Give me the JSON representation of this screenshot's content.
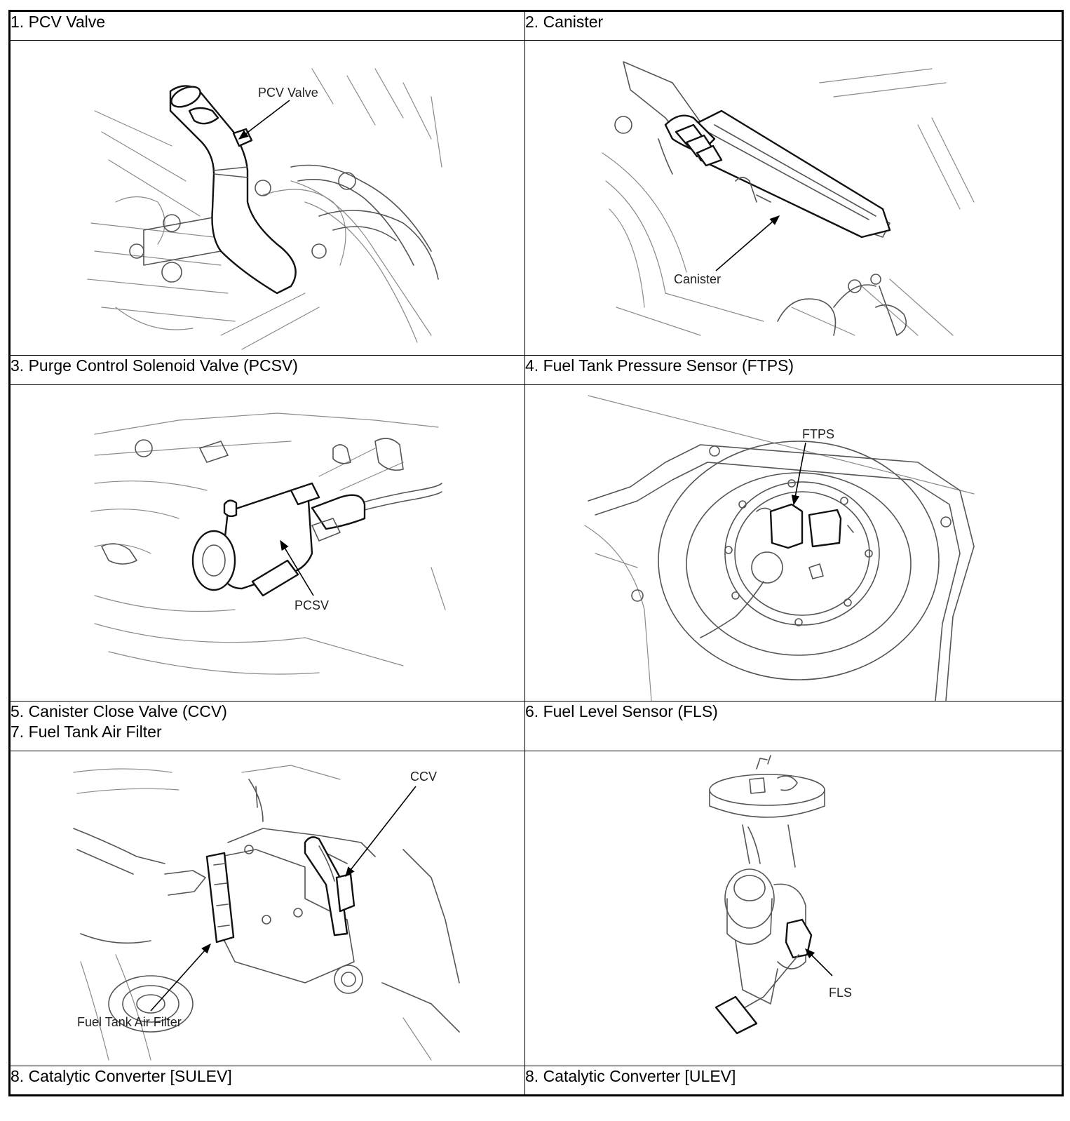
{
  "labels": {
    "pcv": "1. PCV Valve",
    "canister": "2. Canister",
    "pcsv": "3. Purge Control Solenoid Valve (PCSV)",
    "ftps": "4. Fuel Tank Pressure Sensor (FTPS)",
    "ccv": "5. Canister Close Valve (CCV)",
    "air_filter": "7. Fuel Tank Air Filter",
    "fls": "6. Fuel Level Sensor (FLS)",
    "cat_sulev": "8. Catalytic Converter [SULEV]",
    "cat_ulev": "8. Catalytic Converter [ULEV]"
  },
  "callouts": {
    "pcv": "PCV Valve",
    "canister": "Canister",
    "pcsv": "PCSV",
    "ftps": "FTPS",
    "ccv": "CCV",
    "air_filter": "Fuel Tank Air Filter",
    "fls": "FLS"
  }
}
